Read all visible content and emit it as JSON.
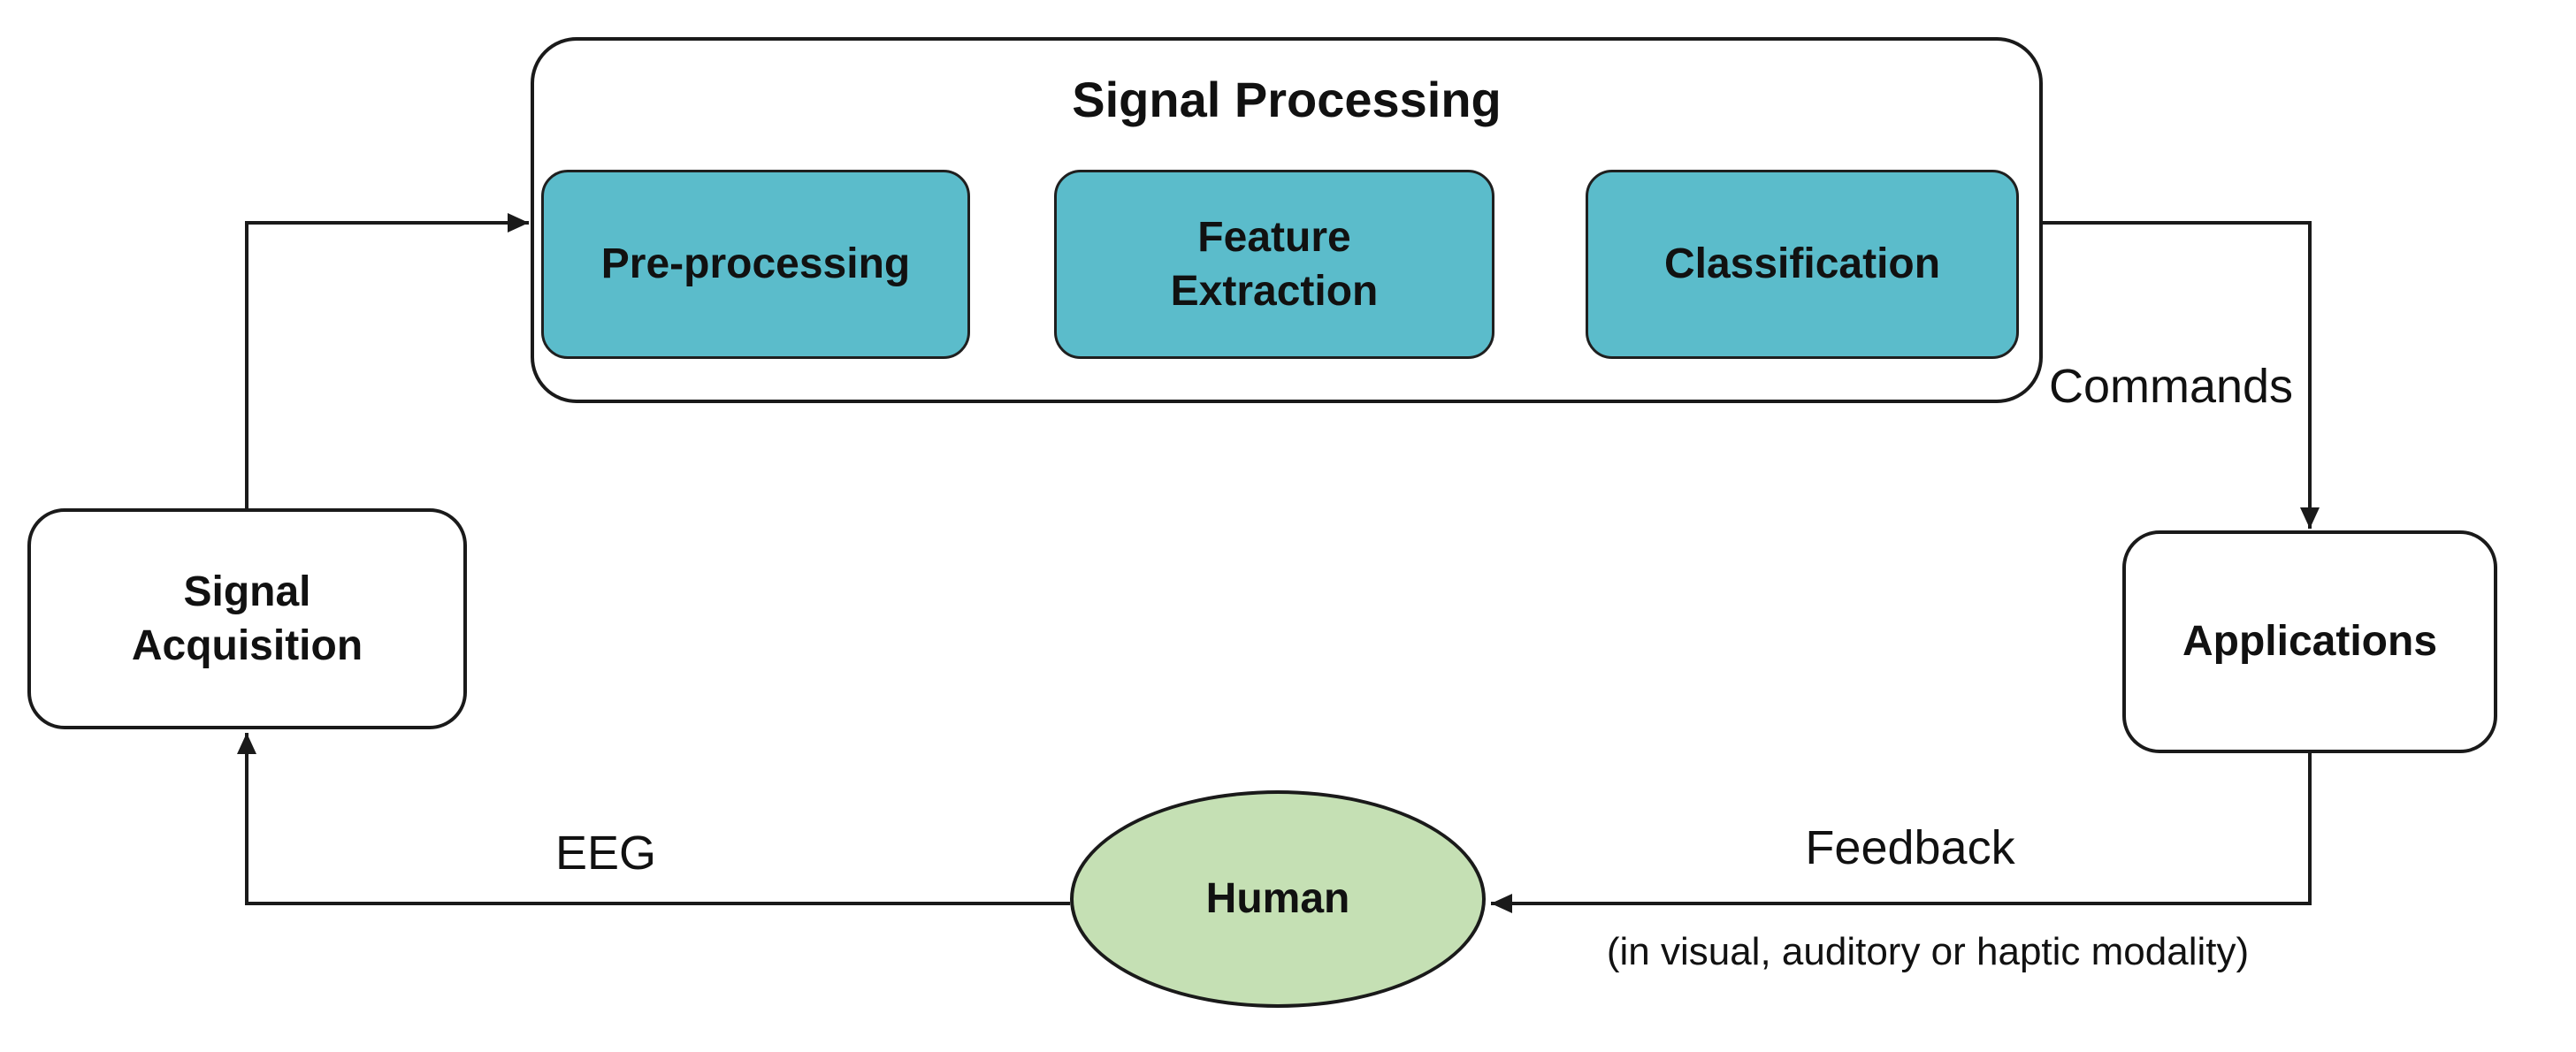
{
  "diagram": {
    "title": "Signal Processing",
    "nodes": {
      "pre_processing": {
        "label": "Pre-processing",
        "fill": "#5bbccb",
        "shape": "rounded-rect"
      },
      "feature_extraction": {
        "label": "Feature Extraction",
        "fill": "#5bbccb",
        "shape": "rounded-rect"
      },
      "classification": {
        "label": "Classification",
        "fill": "#5bbccb",
        "shape": "rounded-rect"
      },
      "signal_acquisition": {
        "label": "Signal Acquisition",
        "fill": "#ffffff",
        "shape": "rounded-rect"
      },
      "applications": {
        "label": "Applications",
        "fill": "#ffffff",
        "shape": "rounded-rect"
      },
      "human": {
        "label": "Human",
        "fill": "#c5e0b4",
        "shape": "ellipse"
      }
    },
    "edge_labels": {
      "commands": "Commands",
      "eeg": "EEG",
      "feedback": "Feedback",
      "feedback_note": "(in visual, auditory or haptic modality)"
    },
    "edges": [
      {
        "from": "Signal Acquisition",
        "to": "Signal Processing",
        "label": ""
      },
      {
        "from": "Pre-processing",
        "to": "Feature Extraction",
        "label": ""
      },
      {
        "from": "Feature Extraction",
        "to": "Classification",
        "label": ""
      },
      {
        "from": "Signal Processing",
        "to": "Applications",
        "label": "Commands"
      },
      {
        "from": "Applications",
        "to": "Human",
        "label": "Feedback",
        "note": "(in visual, auditory or haptic modality)"
      },
      {
        "from": "Human",
        "to": "Signal Acquisition",
        "label": "EEG"
      }
    ],
    "colors": {
      "process_fill": "#5bbccb",
      "human_fill": "#c5e0b4",
      "line": "#1a1a1a",
      "background": "#ffffff"
    }
  }
}
